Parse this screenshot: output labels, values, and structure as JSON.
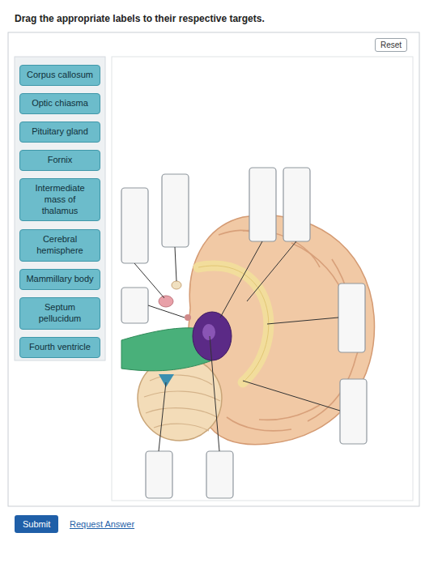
{
  "diagram": {
    "title": "Drag the appropriate labels to their respective targets.",
    "nodes": [
      {
        "text": [
          "Reset"
        ]
      },
      {
        "text": [
          "Corpus callosum"
        ]
      },
      {
        "text": [
          "Optic chiasma"
        ]
      },
      {
        "text": [
          "Pituitary gland"
        ]
      },
      {
        "text": [
          "Fornix"
        ]
      },
      {
        "text": [
          "Intermediate mass of thalamus"
        ]
      },
      {
        "text": [
          "Cerebral hemisphere"
        ]
      },
      {
        "text": [
          "Mammillary body"
        ]
      },
      {
        "text": [
          "Septum pellucidum"
        ]
      },
      {
        "text": [
          "Fourth ventricle"
        ]
      },
      {
        "text": [
          "Submit"
        ]
      }
    ],
    "labels": [
      "Request Answer"
    ]
  }
}
